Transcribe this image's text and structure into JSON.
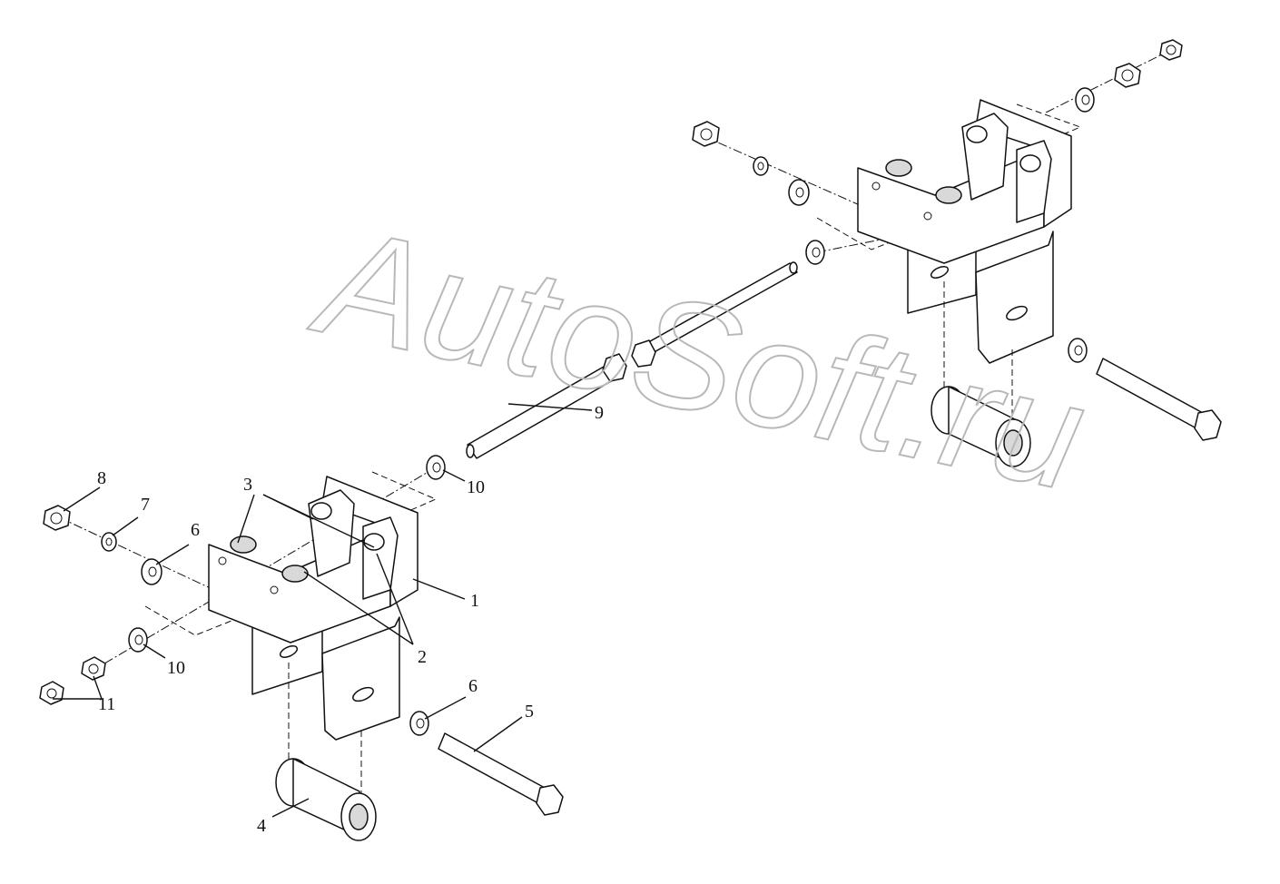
{
  "watermark": "AutoSoft.ru",
  "callouts": [
    {
      "id": "c1",
      "text": "1"
    },
    {
      "id": "c2",
      "text": "2"
    },
    {
      "id": "c3",
      "text": "3"
    },
    {
      "id": "c4",
      "text": "4"
    },
    {
      "id": "c5",
      "text": "5"
    },
    {
      "id": "c6a",
      "text": "6"
    },
    {
      "id": "c6b",
      "text": "6"
    },
    {
      "id": "c7",
      "text": "7"
    },
    {
      "id": "c8",
      "text": "8"
    },
    {
      "id": "c9",
      "text": "9"
    },
    {
      "id": "c10a",
      "text": "10"
    },
    {
      "id": "c10b",
      "text": "10"
    },
    {
      "id": "c11",
      "text": "11"
    }
  ]
}
